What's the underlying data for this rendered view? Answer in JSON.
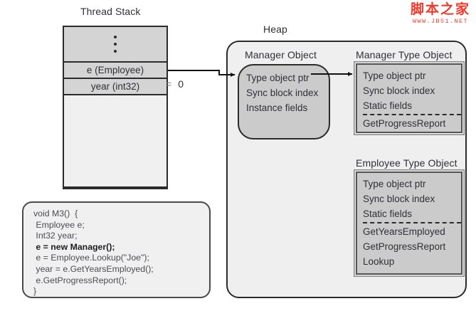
{
  "diagram": {
    "thread_stack": {
      "title": "Thread Stack",
      "cells": [
        {
          "label": "•••",
          "kind": "dots"
        },
        {
          "label": "e (Employee)",
          "kind": "variable"
        },
        {
          "label": "year (int32)",
          "kind": "variable"
        }
      ],
      "year_value": {
        "equals": "=",
        "value": "0"
      }
    },
    "code": {
      "lines": [
        {
          "text": "void M3()  {",
          "bold": false
        },
        {
          "text": " Employee e;",
          "bold": false
        },
        {
          "text": " Int32 year;",
          "bold": false
        },
        {
          "text": " e = new Manager();",
          "bold": true
        },
        {
          "text": " e = Employee.Lookup(\"Joe\");",
          "bold": false
        },
        {
          "text": " year = e.GetYearsEmployed();",
          "bold": false
        },
        {
          "text": " e.GetProgressReport();",
          "bold": false
        },
        {
          "text": "}",
          "bold": false
        }
      ]
    },
    "heap": {
      "title": "Heap",
      "manager_object": {
        "title": "Manager Object",
        "fields": [
          "Type object ptr",
          "Sync block index",
          "Instance fields"
        ]
      },
      "manager_type_object": {
        "title": "Manager Type Object",
        "fields": [
          "Type object ptr",
          "Sync block index",
          "Static fields"
        ],
        "methods": [
          "GetProgressReport"
        ]
      },
      "employee_type_object": {
        "title": "Employee Type Object",
        "fields": [
          "Type object ptr",
          "Sync block index",
          "Static fields"
        ],
        "methods": [
          "GetYearsEmployed",
          "GetProgressReport",
          "Lookup"
        ]
      }
    },
    "watermark": {
      "name": "脚本之家",
      "url": "WWW.JB51.NET",
      "color": "#f23a2c"
    }
  }
}
